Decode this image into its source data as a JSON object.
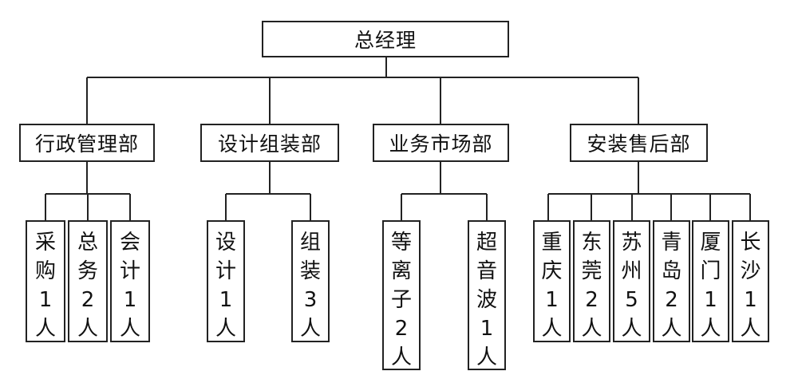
{
  "org": {
    "root": "总经理",
    "departments": [
      {
        "name": "行政管理部",
        "units": [
          [
            "采",
            "购",
            "1",
            "人"
          ],
          [
            "总",
            "务",
            "2",
            "人"
          ],
          [
            "会",
            "计",
            "1",
            "人"
          ]
        ]
      },
      {
        "name": "设计组装部",
        "units": [
          [
            "设",
            "计",
            "1",
            "人"
          ],
          [
            "组",
            "装",
            "3",
            "人"
          ]
        ]
      },
      {
        "name": "业务市场部",
        "units": [
          [
            "等",
            "离",
            "子",
            "2",
            "人"
          ],
          [
            "超",
            "音",
            "波",
            "1",
            "人"
          ]
        ]
      },
      {
        "name": "安装售后部",
        "units": [
          [
            "重",
            "庆",
            "1",
            "人"
          ],
          [
            "东",
            "莞",
            "2",
            "人"
          ],
          [
            "苏",
            "州",
            "5",
            "人"
          ],
          [
            "青",
            "岛",
            "2",
            "人"
          ],
          [
            "厦",
            "门",
            "1",
            "人"
          ],
          [
            "长",
            "沙",
            "1",
            "人"
          ]
        ]
      }
    ]
  }
}
